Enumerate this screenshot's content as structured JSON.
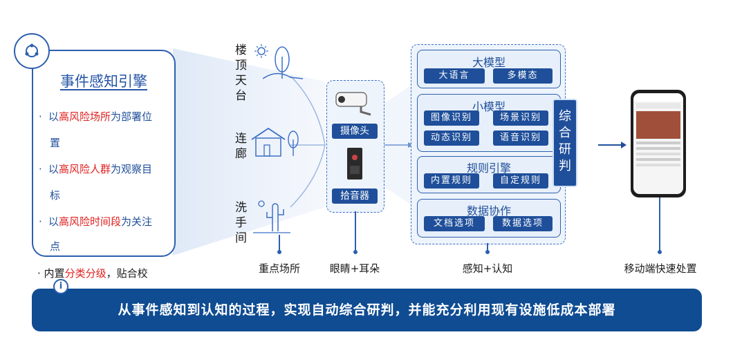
{
  "card": {
    "title": "事件感知引擎",
    "b1a": "以",
    "b1b": "高风险场所",
    "b1c": "为部署位",
    "b1d": "置",
    "b2a": "以",
    "b2b": "高风险人群",
    "b2c": "为观察目",
    "b2d": "标",
    "b3a": "以",
    "b3b": "高风险时间段",
    "b3c": "为关注",
    "b3d": "点",
    "b4a": "内置",
    "b4b": "分类分级",
    "b4c": "，贴合校"
  },
  "scenes": {
    "rooftop": "楼顶天台",
    "corridor": "连廊",
    "washroom": "洗手间"
  },
  "devices": {
    "camera": "摄像头",
    "mic": "拾音器"
  },
  "models": {
    "large": {
      "title": "大模型",
      "items": [
        "大语言",
        "多模态"
      ]
    },
    "small": {
      "title": "小模型",
      "items": [
        "图像识别",
        "场景识别",
        "动态识别",
        "语音识别"
      ]
    },
    "rules": {
      "title": "规则引擎",
      "items": [
        "内置规则",
        "自定规则"
      ]
    },
    "data": {
      "title": "数据协作",
      "items": [
        "文档选项",
        "数据选项"
      ]
    },
    "judge": "综合研判"
  },
  "captions": {
    "places": "重点场所",
    "eyes": "眼睛+耳朵",
    "perceive": "感知+认知",
    "mobile": "移动端快速处置"
  },
  "banner": "从事件感知到认知的过程，实现自动综合研判，并能充分利用现有设施低成本部署",
  "colors": {
    "primary": "#1f4f9a",
    "accent_red": "#e02020",
    "banner": "#0f4c92"
  },
  "icons": [
    "cycle-icon",
    "sun-icon",
    "tree-icon",
    "house-icon",
    "cactus-icon",
    "camera-icon",
    "speaker-icon",
    "phone-icon",
    "info-icon"
  ]
}
